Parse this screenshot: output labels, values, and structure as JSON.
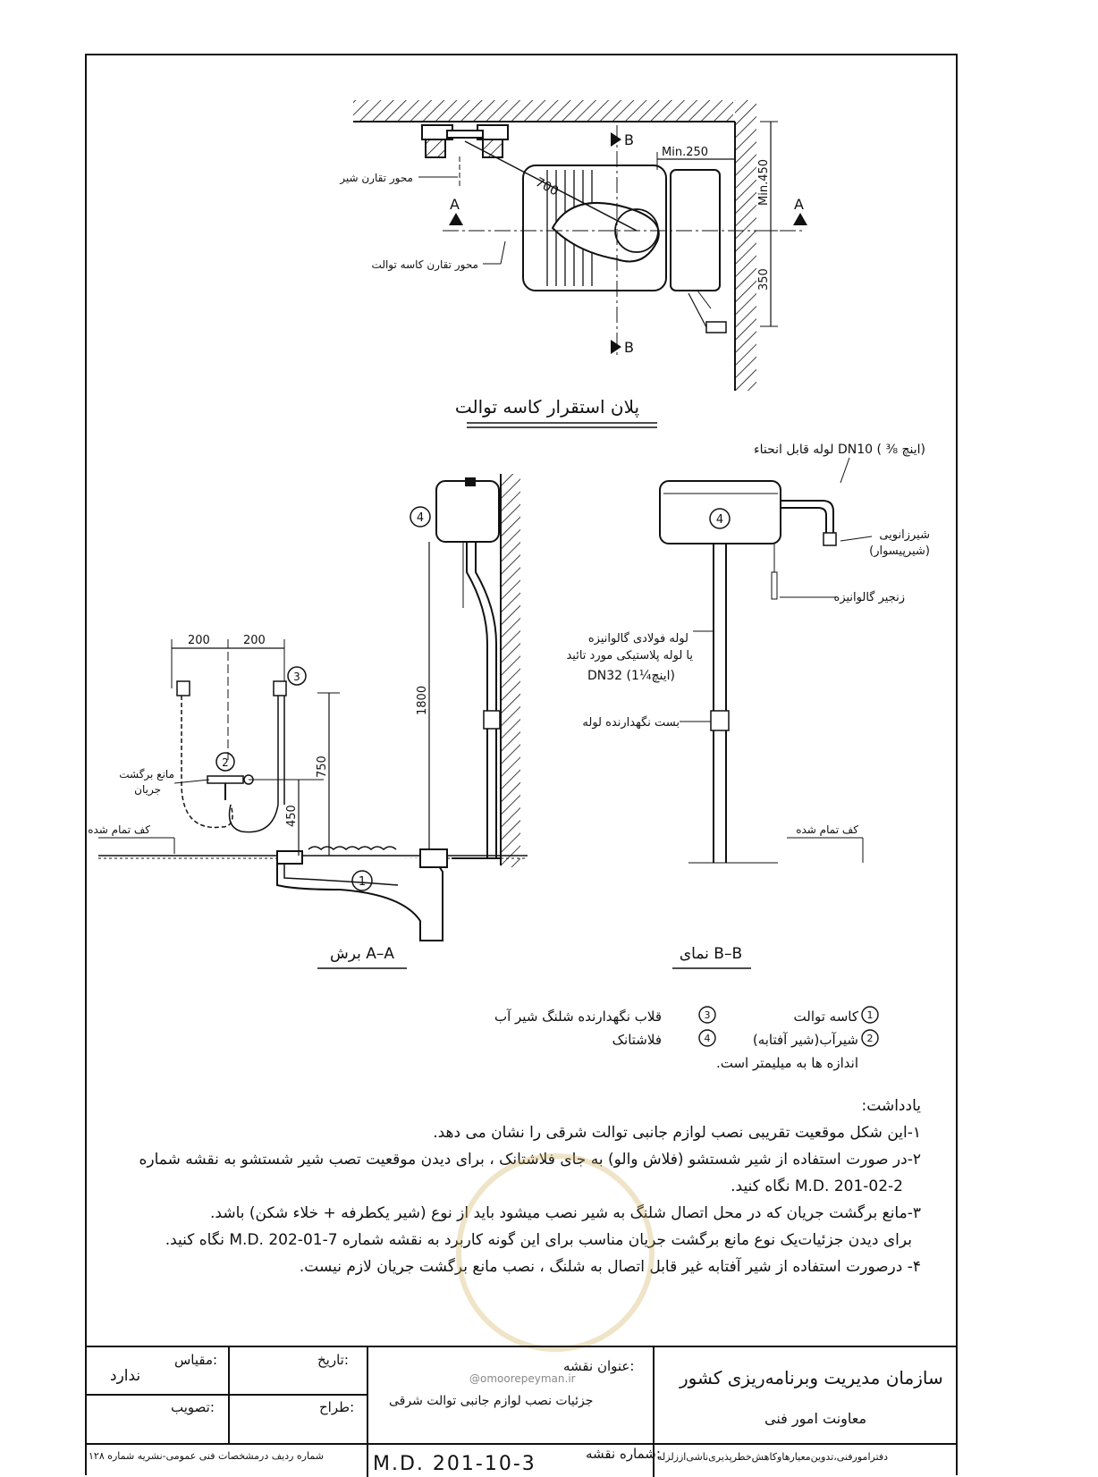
{
  "plan": {
    "title": "پلان استقرار کاسه توالت",
    "dim_700": "700",
    "dim_min250": "Min.250",
    "dim_min450": "Min.450",
    "dim_350": "350",
    "section_a": "A",
    "section_b": "B",
    "axis_faucet": "محور تقارن شیر",
    "axis_bowl": "محور تقارن کاسه توالت"
  },
  "section_aa": {
    "caption": "برش A–A",
    "dim_200a": "200",
    "dim_200b": "200",
    "dim_1800": "1800",
    "dim_750": "750",
    "dim_450": "450",
    "backflow_label_1": "مانع برگشت",
    "backflow_label_2": "جریان",
    "finished_floor": "کف تمام شده",
    "num1": "1",
    "num2": "2",
    "num3": "3",
    "num4": "4"
  },
  "view_bb": {
    "caption": "نمای B–B",
    "flex_pipe": "لوله قابل انحناء DN10 ( ⅜ اینچ)",
    "angle_valve_1": "شیرزانویی",
    "angle_valve_2": "(شیرپیسوار)",
    "chain": "زنجیر گالوانیزه",
    "pipe_1": "لوله فولادی گالوانیزه",
    "pipe_2": "یا لوله پلاستیکی مورد تائید",
    "pipe_3": "DN32 (1¼اینچ)",
    "clamp": "بست نگهدارنده لوله",
    "finished_floor": "کف تمام شده",
    "num4": "4"
  },
  "legend": {
    "item1": "کاسه توالت",
    "item2": "شیرآب(شیر آفتابه)",
    "item3": "قلاب نگهدارنده شلنگ شیر آب",
    "item4": "فلاشتانک",
    "units": "اندازه ها به میلیمتر است."
  },
  "notes": {
    "title": "یادداشت:",
    "n1": "۱-این شکل موقعیت تقریبی نصب لوازم جانبی توالت شرقی را نشان می دهد.",
    "n2a": "۲-در صورت استفاده از شیر شستشو (فلاش والو) به جای فلاشتانک ، برای دیدن موقعیت تصب شیر شستشو به نقشه شماره",
    "n2b": "M.D. 201-02-2 نگاه کنید.",
    "n3a": "۳-مانع برگشت جریان که در محل اتصال شلنگ به شیر نصب میشود باید از نوع (شیر یکطرفه + خلاء شکن) باشد.",
    "n3b": "برای دیدن جزئیات‌یک نوع مانع برگشت جریان مناسب برای این گونه کاربرد به نقشه شماره M.D. 202-01-7 نگاه کنید.",
    "n4": "۴- درصورت استفاده از شیر آفتابه غیر قابل اتصال به شلنگ ، نصب مانع برگشت جریان لازم نیست."
  },
  "title_block": {
    "org": "سازمان مدیریت وبرنامه‌ریزی کشور",
    "dept": "معاونت امور فنی",
    "office": "دفترامورفنی،تدوین‌معیارهاوکاهش‌خطرپذیری‌ناشی‌اززلزله",
    "drawing_title_label": "عنوان نقشه:",
    "drawing_title": "جزئیات نصب لوازم جانبی توالت شرقی",
    "drawing_no_label": "شماره نقشه:",
    "drawing_no": "M.D. 201-10-3",
    "date_label": "تاریخ:",
    "scale_label": "مقیاس:",
    "scale_value": "ندارد",
    "designer_label": "طراح:",
    "approval_label": "تصویب:",
    "row_ref": "شماره ردیف درمشخصات فنی عمومی-نشریه شماره ۱۲۸",
    "watermark": "@omoorepeyman.ir"
  }
}
